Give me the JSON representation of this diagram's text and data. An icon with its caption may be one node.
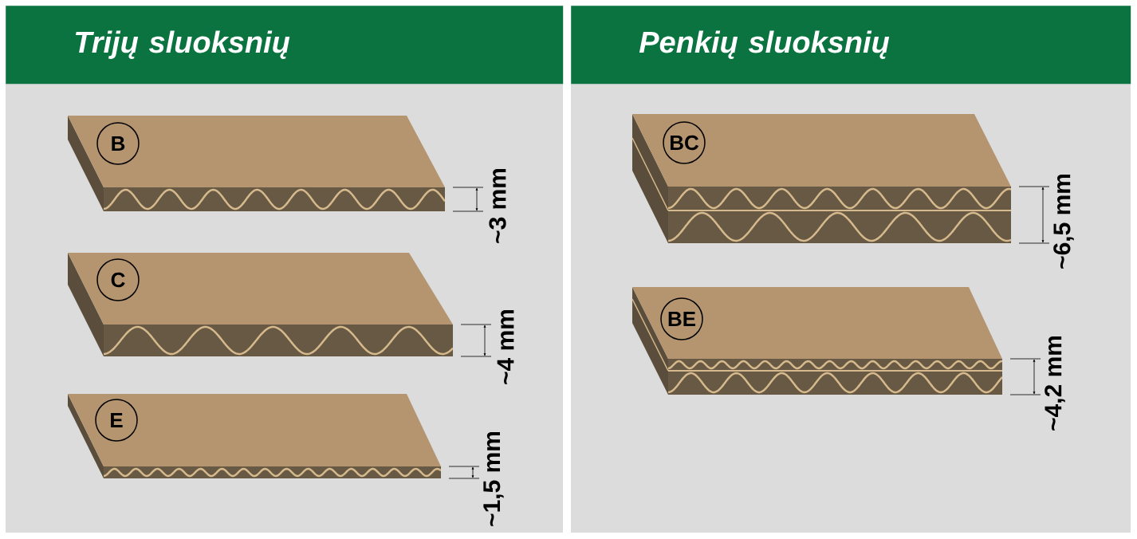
{
  "diagram": {
    "nodes": [
      {
        "text": [
          "Trijų sluoksnių"
        ]
      },
      {
        "text": [
          "Penkių sluoksnių"
        ]
      },
      {
        "text": [
          "B"
        ]
      },
      {
        "text": [
          "C"
        ]
      },
      {
        "text": [
          "E"
        ]
      },
      {
        "text": [
          "BC"
        ]
      },
      {
        "text": [
          "BE"
        ]
      }
    ],
    "labels": [
      "~3 mm",
      "~4 mm",
      "~1,5 mm",
      "~6,5 mm",
      "~4,2 mm"
    ]
  }
}
